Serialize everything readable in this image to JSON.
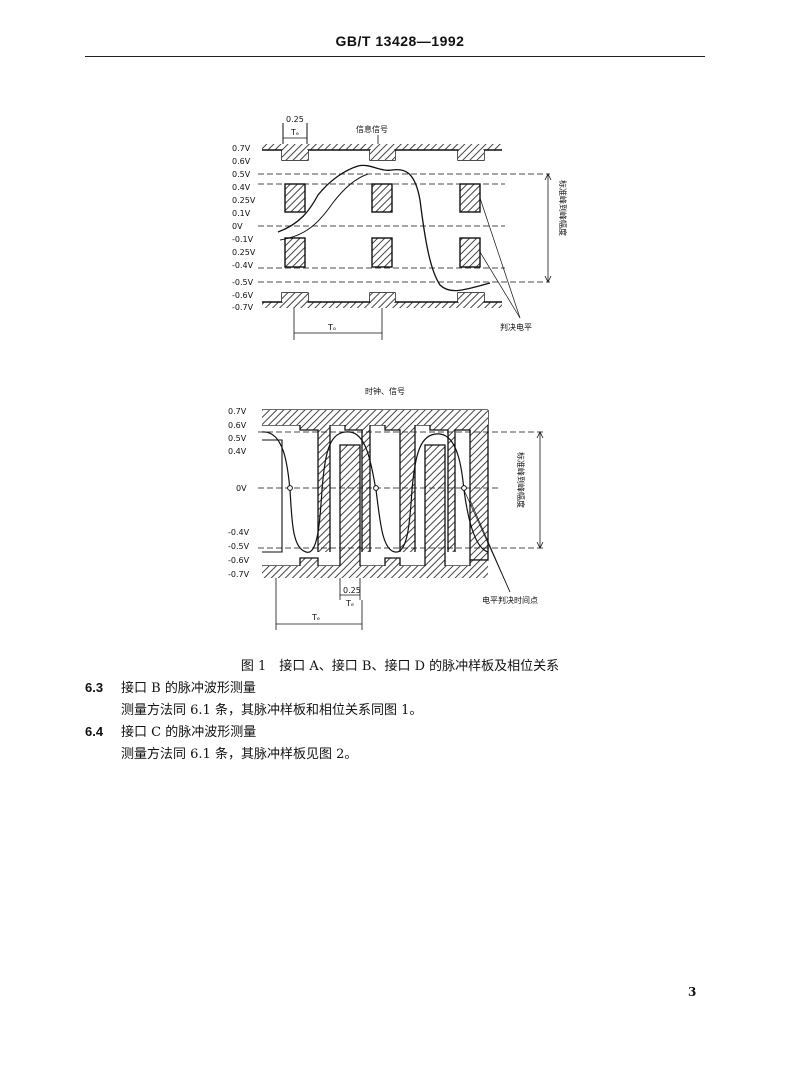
{
  "header": {
    "standard_code": "GB/T 13428—1992"
  },
  "figure1": {
    "top_diagram": {
      "title": "信息信号",
      "level_labels": [
        "0.7V",
        "0.6V",
        "0.5V",
        "0.4V",
        "0.25V",
        "0.1V",
        "0V",
        "-0.1V",
        "0.25V",
        "-0.4V",
        "-0.5V",
        "-0.6V",
        "-0.7V"
      ],
      "width_label_top": "0.25",
      "width_label_sub": "Tₑ",
      "period_label": "Tₒ",
      "amplitude_label": "标准峰到峰幅度",
      "decision_label": "判决电平"
    },
    "bottom_diagram": {
      "title": "时钟、信号",
      "level_labels": [
        "0.7V",
        "0.6V",
        "0.5V",
        "0.4V",
        "0V",
        "-0.4V",
        "-0.5V",
        "-0.6V",
        "-0.7V"
      ],
      "width_label_top": "0.25",
      "width_label_sub": "Tₑ",
      "period_label": "Tₑ",
      "amplitude_label": "标准峰到峰幅度",
      "decision_label": "电平判决时间点"
    },
    "caption": "图 1　接口 A、接口 B、接口 D 的脉冲样板及相位关系"
  },
  "sections": [
    {
      "number": "6.3",
      "title": "接口 B 的脉冲波形测量",
      "body": "测量方法同 6.1 条，其脉冲样板和相位关系同图 1。"
    },
    {
      "number": "6.4",
      "title": "接口 C 的脉冲波形测量",
      "body": "测量方法同 6.1 条，其脉冲样板见图 2。"
    }
  ],
  "page_number": "3"
}
